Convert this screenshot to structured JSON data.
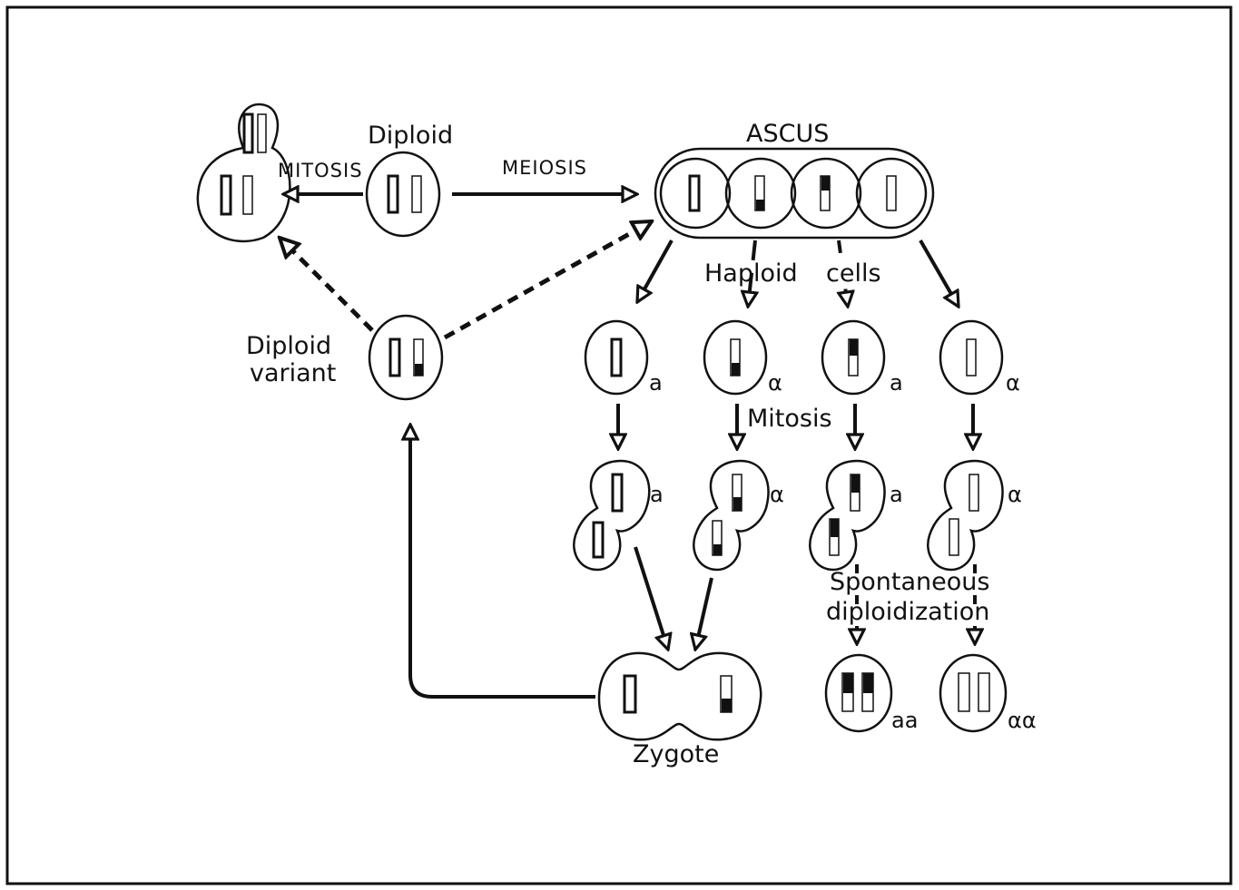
{
  "labels": {
    "diploid": "Diploid",
    "ascus": "ASCUS",
    "mitosis_top": "MITOSIS",
    "meiosis": "MEIOSIS",
    "haploid_cells_1": "Haploid",
    "haploid_cells_2": "cells",
    "diploid_variant_1": "Diploid",
    "diploid_variant_2": "variant",
    "mitosis": "Mitosis",
    "spontaneous_1": "Spontaneous",
    "spontaneous_2": "diploidization",
    "zygote": "Zygote"
  },
  "mating_types": {
    "h1": "a",
    "h2": "α",
    "h3": "a",
    "h4": "α",
    "b1": "a",
    "b2": "α",
    "b3": "a",
    "b4": "α",
    "d1": "aa",
    "d2": "αα"
  },
  "colors": {
    "ink": "#111111",
    "paper": "#ffffff"
  }
}
